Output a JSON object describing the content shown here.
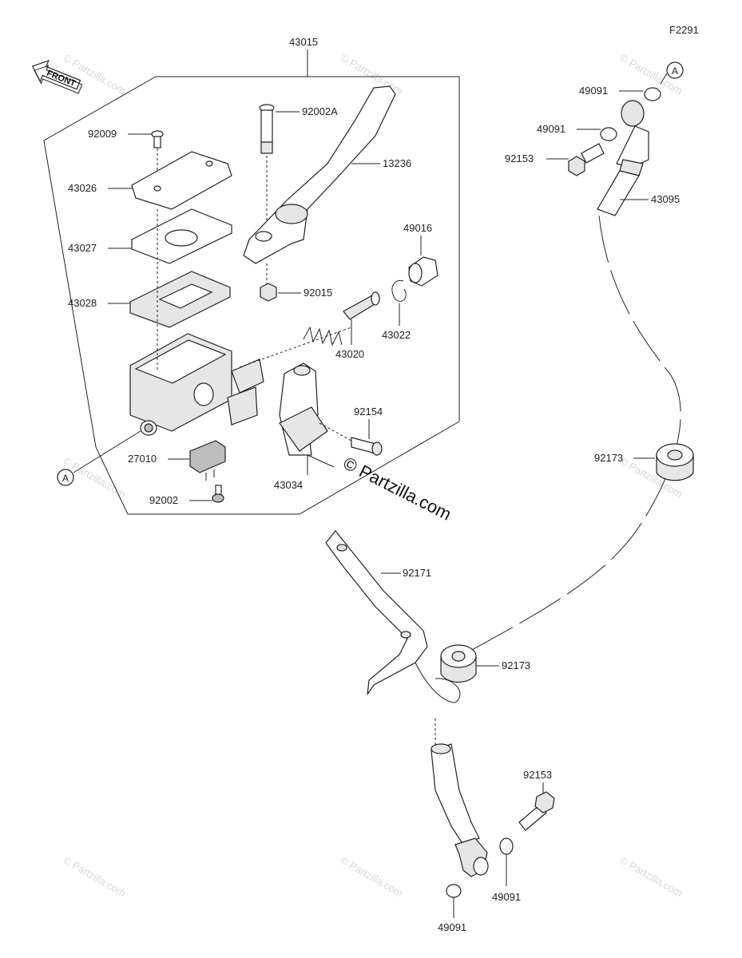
{
  "figure_code": "F2291",
  "front_label": "FRONT",
  "watermark": "© Partzilla.com",
  "brand_mark": "© Partzilla.com",
  "ref_marker": "A",
  "labels": {
    "p43015": "43015",
    "p92009": "92009",
    "p92002A": "92002A",
    "p13236": "13236",
    "p43026": "43026",
    "p43027": "43027",
    "p43028": "43028",
    "p49016": "49016",
    "p92015": "92015",
    "p43022": "43022",
    "p43020": "43020",
    "p92154": "92154",
    "p27010": "27010",
    "p43034": "43034",
    "p92002": "92002",
    "p49091_a": "49091",
    "p49091_b": "49091",
    "p92153_top": "92153",
    "p43095": "43095",
    "p92173_a": "92173",
    "p92171": "92171",
    "p92173_b": "92173",
    "p92153_bottom": "92153",
    "p49091_c": "49091",
    "p49091_d": "49091"
  }
}
